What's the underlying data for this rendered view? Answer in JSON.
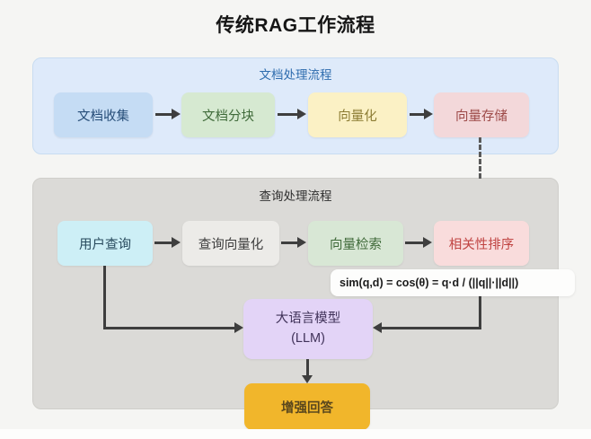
{
  "title": "传统RAG工作流程",
  "colors": {
    "arrow": "#3e3e3e",
    "dash": "#5a5a5a",
    "doc_panel_bg": "#deeafa",
    "doc_header_fg": "#2e6cae",
    "query_panel_bg": "#dbdad7",
    "query_header_fg": "#2f2f2f",
    "formula_bg": "#fdfdfc",
    "formula_fg": "#1b1b1b"
  },
  "sections": {
    "doc": {
      "label": "文档处理流程",
      "nodes": [
        {
          "id": "collect",
          "label": "文档收集",
          "bg": "#c5dcf4",
          "fg": "#264d78"
        },
        {
          "id": "chunk",
          "label": "文档分块",
          "bg": "#d6e9d1",
          "fg": "#3f6a39"
        },
        {
          "id": "embed",
          "label": "向量化",
          "bg": "#fbf1c5",
          "fg": "#8c7c33"
        },
        {
          "id": "store",
          "label": "向量存储",
          "bg": "#f3d8da",
          "fg": "#9d4a48"
        }
      ],
      "edges": [
        "文档收集→文档分块",
        "文档分块→向量化",
        "向量化→向量存储",
        "向量存储⇢查询处理流程(虚线)"
      ]
    },
    "query": {
      "label": "查询处理流程",
      "nodes": [
        {
          "id": "user-query",
          "label": "用户查询",
          "bg": "#cdeff6",
          "fg": "#27495c"
        },
        {
          "id": "query-embed",
          "label": "查询向量化",
          "bg": "#ecebe8",
          "fg": "#3d3d3d"
        },
        {
          "id": "retrieve",
          "label": "向量检索",
          "bg": "#d8e7d5",
          "fg": "#3f6a39"
        },
        {
          "id": "rank",
          "label": "相关性排序",
          "bg": "#f9dcdc",
          "fg": "#c04442"
        }
      ],
      "formula": "sim(q,d) = cos(θ) = q·d / (||q||·||d||)",
      "llm": {
        "label_line1": "大语言模型",
        "label_line2": "(LLM)",
        "bg": "#e3d4f7",
        "fg": "#41335a"
      },
      "answer": {
        "label": "增强回答",
        "bg": "#f1b62b",
        "fg": "#5a471d"
      },
      "edges": [
        "用户查询→查询向量化",
        "查询向量化→向量检索",
        "向量检索→相关性排序",
        "用户查询→大语言模型(LLM)",
        "相关性排序→大语言模型(LLM)",
        "大语言模型(LLM)→增强回答"
      ]
    }
  }
}
